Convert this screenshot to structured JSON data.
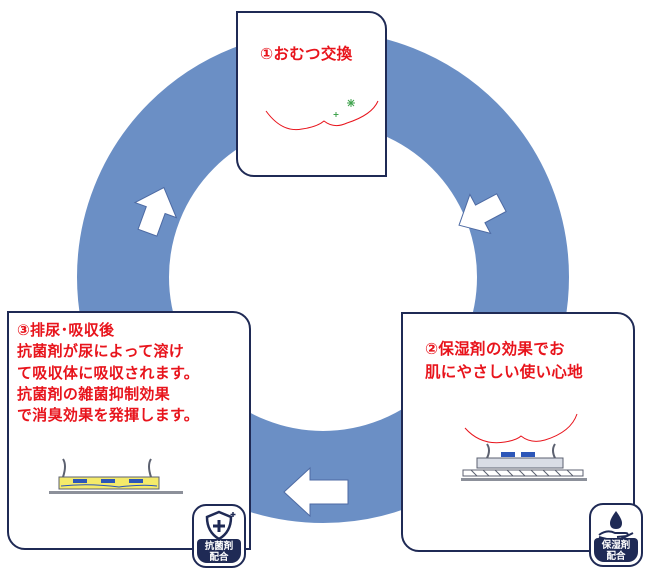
{
  "colors": {
    "ring": "#6b8fc5",
    "card_border": "#1f2a55",
    "text_red": "#e8141c",
    "badge_navy": "#1f2a55"
  },
  "steps": [
    {
      "label": "①おむつ交換"
    },
    {
      "lines": [
        "②保湿剤の効果でお",
        "肌にやさしい使い心地"
      ]
    },
    {
      "lines": [
        "③排尿･吸収後",
        "抗菌剤が尿によって溶け",
        "て吸収体に吸収されます。",
        "抗菌剤の雑菌抑制効果",
        "で消臭効果を発揮します。"
      ]
    }
  ],
  "badges": {
    "antibacterial": {
      "line1": "抗菌剤",
      "line2": "配合",
      "icon": "shield-plus-icon"
    },
    "moisturizer": {
      "line1": "保湿剤",
      "line2": "配合",
      "icon": "hand-water-drop-icon"
    }
  },
  "arrows": [
    "arrow-down-right",
    "arrow-left",
    "arrow-up-right"
  ]
}
